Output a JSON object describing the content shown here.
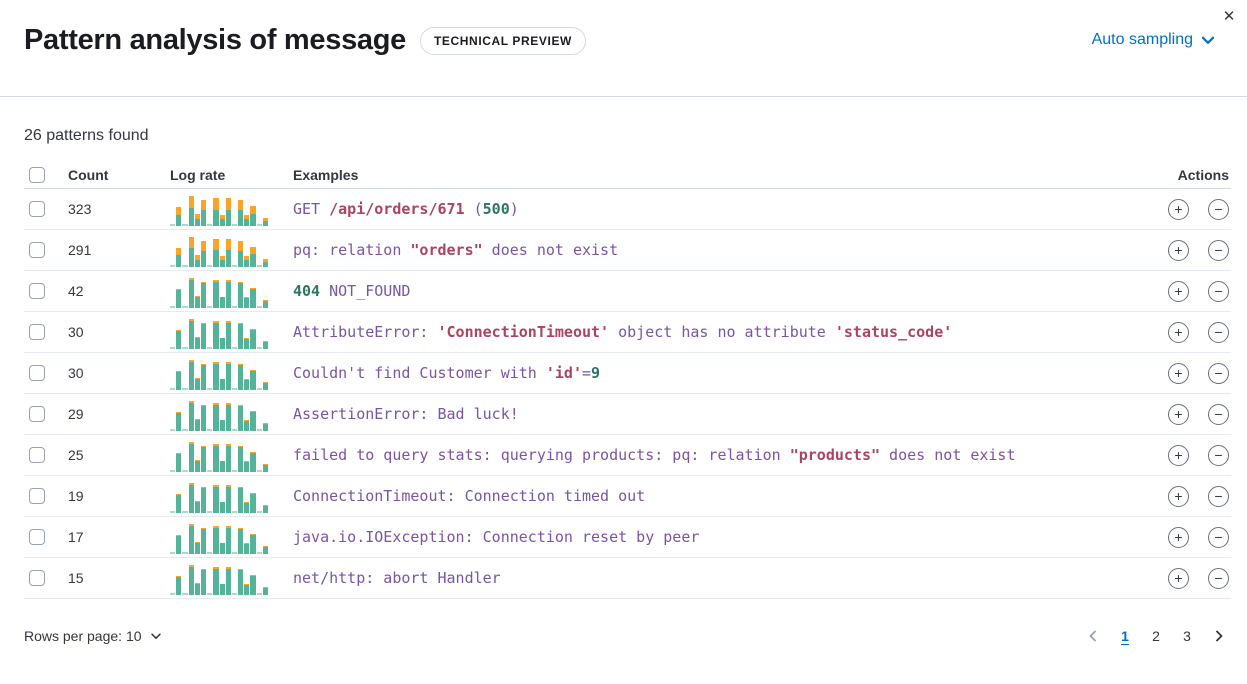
{
  "header": {
    "title": "Pattern analysis of message",
    "badge": "TECHNICAL PREVIEW",
    "sampling_label": "Auto sampling"
  },
  "icons": {
    "close": "✕",
    "plus": "+",
    "minus": "−"
  },
  "summary": {
    "patterns_found": "26 patterns found"
  },
  "colors": {
    "link_blue": "#0071c2",
    "spark_teal": "#54b399",
    "spark_teal_light": "#a9dbc8",
    "spark_orange": "#fca428",
    "code_purple": "#7a55a3",
    "code_crimson": "#ac4361",
    "code_green": "#2e7467"
  },
  "table": {
    "columns": {
      "count": "Count",
      "log_rate": "Log rate",
      "examples": "Examples",
      "actions": "Actions"
    },
    "rows": [
      {
        "count": "323",
        "spark": {
          "teal": [
            6,
            38,
            6,
            60,
            24,
            53,
            8,
            55,
            23,
            55,
            6,
            52,
            22,
            41,
            8,
            16
          ],
          "orange": [
            0,
            26,
            0,
            40,
            16,
            35,
            0,
            37,
            15,
            37,
            0,
            34,
            14,
            27,
            0,
            10
          ]
        },
        "example": [
          {
            "text": "GET ",
            "style": "k"
          },
          {
            "text": "/api/orders/671",
            "style": "s"
          },
          {
            "text": " (",
            "style": "k"
          },
          {
            "text": "500",
            "style": "n"
          },
          {
            "text": ")",
            "style": "k"
          }
        ]
      },
      {
        "count": "291",
        "spark": {
          "teal": [
            6,
            40,
            6,
            62,
            25,
            55,
            8,
            57,
            24,
            57,
            6,
            54,
            23,
            43,
            8,
            17
          ],
          "orange": [
            0,
            24,
            0,
            38,
            15,
            33,
            0,
            35,
            14,
            35,
            0,
            32,
            13,
            25,
            0,
            9
          ]
        },
        "example": [
          {
            "text": "pq: relation ",
            "style": "k"
          },
          {
            "text": "\"orders\"",
            "style": "s"
          },
          {
            "text": " does not exist",
            "style": "k"
          }
        ]
      },
      {
        "count": "42",
        "spark": {
          "teal": [
            6,
            60,
            6,
            95,
            38,
            84,
            8,
            88,
            36,
            88,
            6,
            82,
            34,
            64,
            8,
            23
          ],
          "orange": [
            0,
            4,
            0,
            5,
            2,
            4,
            0,
            4,
            2,
            4,
            0,
            4,
            2,
            4,
            0,
            3
          ]
        },
        "example": [
          {
            "text": "404",
            "style": "n"
          },
          {
            "text": " NOT_FOUND",
            "style": "k"
          }
        ]
      },
      {
        "count": "30",
        "spark": {
          "teal": [
            6,
            60,
            6,
            95,
            38,
            84,
            8,
            88,
            36,
            88,
            6,
            82,
            34,
            64,
            8,
            23
          ],
          "orange": [
            0,
            4,
            0,
            5,
            2,
            4,
            0,
            4,
            2,
            4,
            0,
            4,
            2,
            4,
            0,
            3
          ]
        },
        "example": [
          {
            "text": "AttributeError: ",
            "style": "k"
          },
          {
            "text": "'ConnectionTimeout'",
            "style": "s"
          },
          {
            "text": " object has no attribute ",
            "style": "k"
          },
          {
            "text": "'status_code'",
            "style": "s"
          }
        ]
      },
      {
        "count": "30",
        "spark": {
          "teal": [
            6,
            60,
            6,
            95,
            38,
            84,
            8,
            88,
            36,
            88,
            6,
            82,
            34,
            64,
            8,
            23
          ],
          "orange": [
            0,
            4,
            0,
            5,
            2,
            4,
            0,
            4,
            2,
            4,
            0,
            4,
            2,
            4,
            0,
            3
          ]
        },
        "example": [
          {
            "text": "Couldn't find Customer with ",
            "style": "k"
          },
          {
            "text": "'id'",
            "style": "s"
          },
          {
            "text": "=",
            "style": "k"
          },
          {
            "text": "9",
            "style": "n"
          }
        ]
      },
      {
        "count": "29",
        "spark": {
          "teal": [
            6,
            60,
            6,
            95,
            38,
            84,
            8,
            88,
            36,
            88,
            6,
            82,
            34,
            64,
            8,
            23
          ],
          "orange": [
            0,
            4,
            0,
            5,
            2,
            4,
            0,
            4,
            2,
            4,
            0,
            4,
            2,
            4,
            0,
            3
          ]
        },
        "example": [
          {
            "text": "AssertionError: Bad luck!",
            "style": "k"
          }
        ]
      },
      {
        "count": "25",
        "spark": {
          "teal": [
            6,
            60,
            6,
            95,
            38,
            84,
            8,
            88,
            36,
            88,
            6,
            82,
            34,
            64,
            8,
            23
          ],
          "orange": [
            0,
            4,
            0,
            5,
            2,
            4,
            0,
            4,
            2,
            4,
            0,
            4,
            2,
            4,
            0,
            3
          ]
        },
        "example": [
          {
            "text": "failed to query stats: querying products: pq: relation ",
            "style": "k"
          },
          {
            "text": "\"products\"",
            "style": "s"
          },
          {
            "text": " does not exist",
            "style": "k"
          }
        ]
      },
      {
        "count": "19",
        "spark": {
          "teal": [
            6,
            60,
            6,
            95,
            38,
            84,
            8,
            88,
            36,
            88,
            6,
            82,
            34,
            64,
            8,
            23
          ],
          "orange": [
            0,
            4,
            0,
            5,
            2,
            4,
            0,
            4,
            2,
            4,
            0,
            4,
            2,
            4,
            0,
            3
          ]
        },
        "example": [
          {
            "text": "ConnectionTimeout: Connection timed out",
            "style": "k"
          }
        ]
      },
      {
        "count": "17",
        "spark": {
          "teal": [
            6,
            60,
            6,
            95,
            38,
            84,
            8,
            88,
            36,
            88,
            6,
            82,
            34,
            64,
            8,
            23
          ],
          "orange": [
            0,
            4,
            0,
            5,
            2,
            4,
            0,
            4,
            2,
            4,
            0,
            4,
            2,
            4,
            0,
            3
          ]
        },
        "example": [
          {
            "text": "java.io.IOException: Connection reset by peer",
            "style": "k"
          }
        ]
      },
      {
        "count": "15",
        "spark": {
          "teal": [
            6,
            60,
            6,
            95,
            38,
            84,
            8,
            88,
            36,
            88,
            6,
            82,
            34,
            64,
            8,
            23
          ],
          "orange": [
            0,
            4,
            0,
            5,
            2,
            4,
            0,
            4,
            2,
            4,
            0,
            4,
            2,
            4,
            0,
            3
          ]
        },
        "example": [
          {
            "text": "net/http: abort Handler",
            "style": "k"
          }
        ]
      }
    ]
  },
  "footer": {
    "rows_per_page_label": "Rows per page: 10",
    "pages": [
      "1",
      "2",
      "3"
    ],
    "active_page": "1"
  }
}
